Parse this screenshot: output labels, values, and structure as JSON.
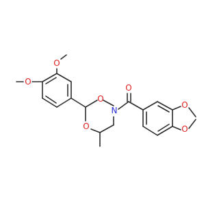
{
  "molecule": {
    "atoms": {
      "methoxy_o_top": "O",
      "methoxy_o_left": "O",
      "ring_o_upper": "O",
      "ring_o_lower": "O",
      "ring_n": "N",
      "carbonyl_o": "O",
      "dioxole_o_top": "O",
      "dioxole_o_bottom": "O"
    },
    "colors": {
      "bond": "#2b2b2b",
      "oxygen": "#e02020",
      "nitrogen": "#2a2ad6",
      "background": "#ffffff"
    }
  }
}
